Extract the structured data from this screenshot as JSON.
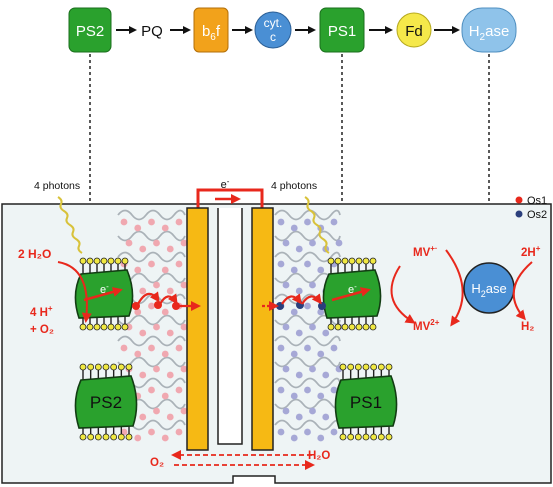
{
  "chain": {
    "ps2": "PS2",
    "pq": "PQ",
    "b6f": {
      "main": "b",
      "sub": "6",
      "tail": "f"
    },
    "cytc": {
      "line1": "cyt.",
      "line2": "c"
    },
    "ps1": "PS1",
    "fd": "Fd",
    "h2ase": {
      "main": "H",
      "sub": "2",
      "tail": "ase"
    }
  },
  "photons": {
    "left": "4 photons",
    "right": "4 photons"
  },
  "legend": {
    "os1": "Os1",
    "os2": "Os2"
  },
  "circuit": {
    "electron": "e",
    "electron_sup": "-"
  },
  "left_cell": {
    "water": "2 H₂O",
    "protons": "4 H",
    "protons_sup": "+",
    "oxygen": "+ O₂",
    "electron": "e",
    "electron_sup": "-",
    "enzyme": "PS2"
  },
  "right_cell": {
    "mv_reduced": "MV",
    "mv_reduced_sup": "+·",
    "mv_oxidized": "MV",
    "mv_oxidized_sup": "2+",
    "protons": "2H",
    "protons_sup": "+",
    "hydrogen": "H₂",
    "electron": "e",
    "electron_sup": "-",
    "enzyme": "PS1",
    "h2ase": {
      "main": "H",
      "sub": "2",
      "tail": "ase"
    }
  },
  "bottom": {
    "oxygen": "O₂",
    "water": "H₂O"
  },
  "colors": {
    "green": "#2aa12d",
    "orange": "#f2a21b",
    "blue": "#4a8fd4",
    "yellow": "#f5e84a",
    "h2ase_box": "#8fc3ea",
    "electrode": "#f6b914",
    "red": "#e8281c",
    "os1": "#e8281c",
    "os2": "#2b3f7c",
    "os1_light": "#f0a8b0",
    "os2_light": "#a6a8d6",
    "cell_bg": "#eef4f5"
  }
}
